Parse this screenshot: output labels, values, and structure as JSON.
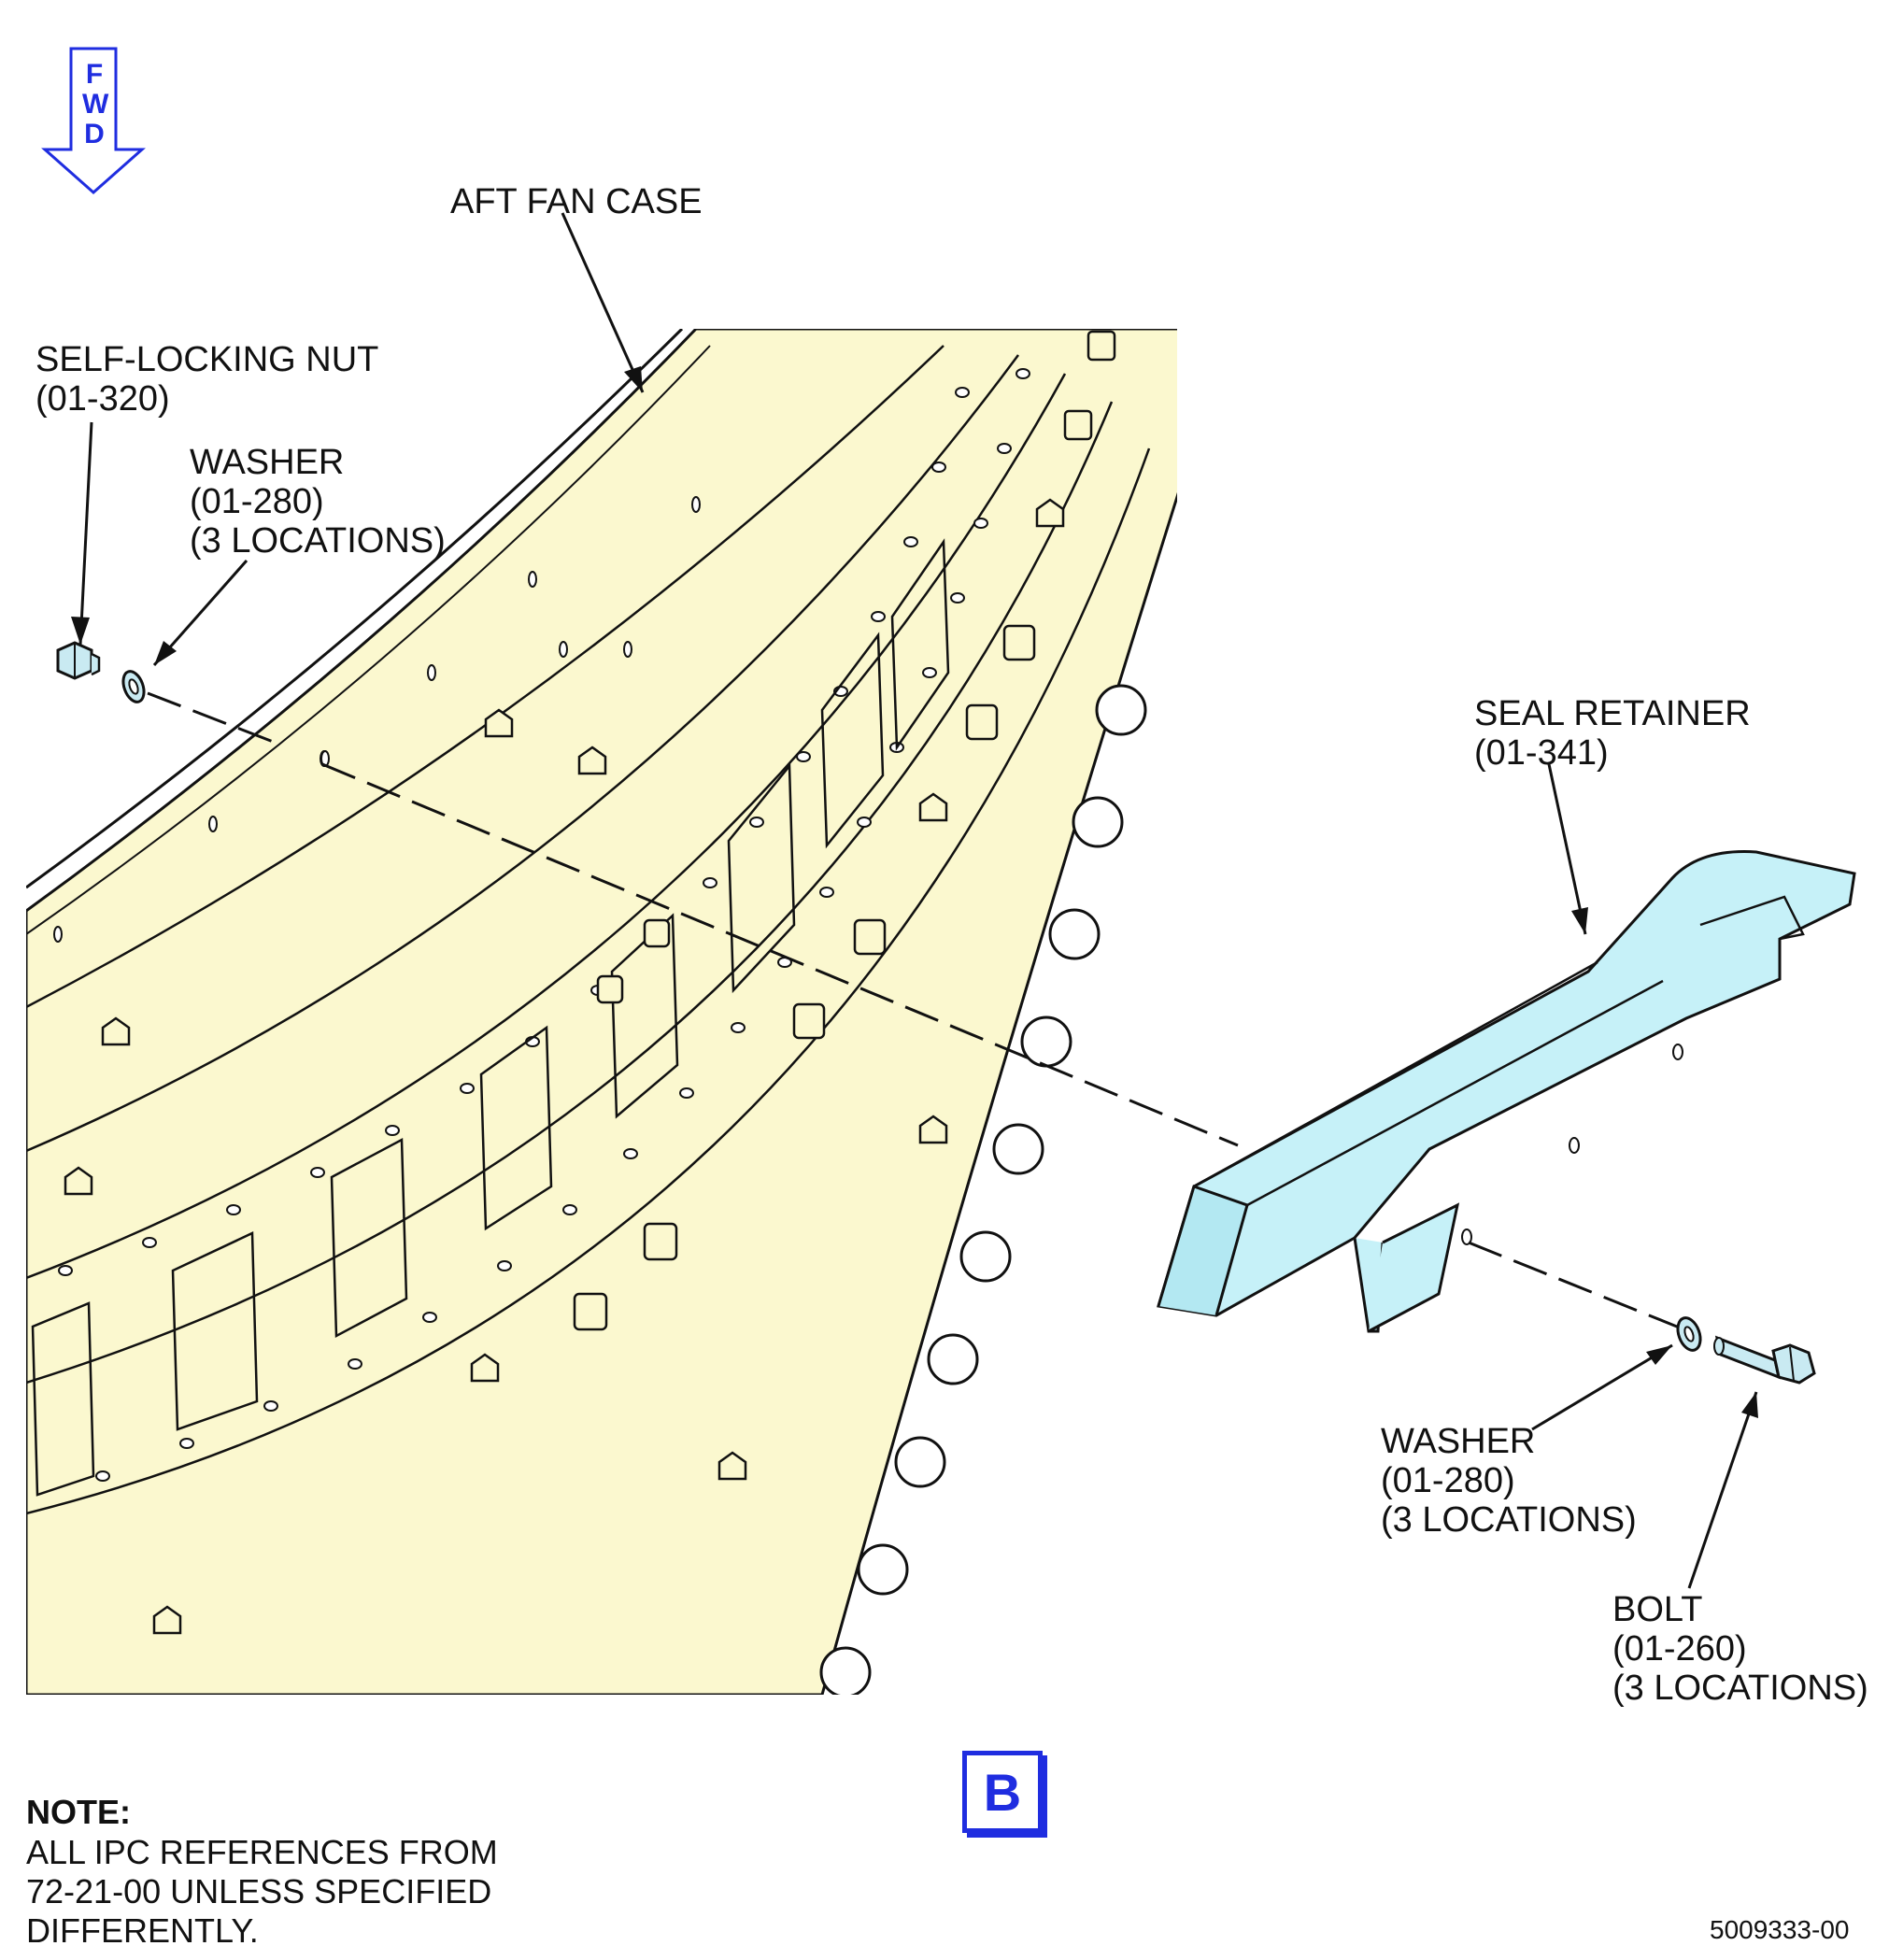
{
  "fwd_indicator": {
    "letters": [
      "F",
      "W",
      "D"
    ],
    "color": "#1f2de0"
  },
  "callouts": {
    "aft_fan_case": "AFT FAN CASE",
    "self_locking_nut": {
      "name": "SELF-LOCKING NUT",
      "ref": "(01-320)"
    },
    "washer_top": {
      "name": "WASHER",
      "ref": "(01-280)",
      "qty": "(3 LOCATIONS)"
    },
    "seal_retainer": {
      "name": "SEAL RETAINER",
      "ref": "(01-341)"
    },
    "washer_bottom": {
      "name": "WASHER",
      "ref": "(01-280)",
      "qty": "(3 LOCATIONS)"
    },
    "bolt": {
      "name": "BOLT",
      "ref": "(01-260)",
      "qty": "(3 LOCATIONS)"
    }
  },
  "view_label": "B",
  "note": {
    "heading": "NOTE:",
    "lines": [
      "ALL IPC REFERENCES FROM",
      "72-21-00 UNLESS SPECIFIED",
      "DIFFERENTLY."
    ]
  },
  "figure_id": "5009333-00",
  "colors": {
    "case_fill": "#fbf8cf",
    "retainer_fill": "#c6f1f8",
    "hardware_fill": "#c9eaf2",
    "accent_blue": "#1f2de0"
  }
}
